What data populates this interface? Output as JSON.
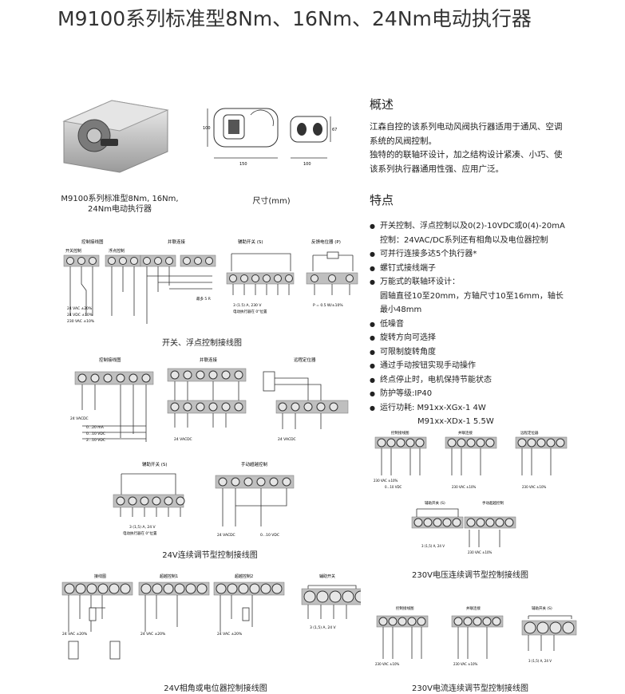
{
  "title": "M9100系列标准型8Nm、16Nm、24Nm电动执行器",
  "product_caption": [
    "M9100系列标准型8Nm, 16Nm,",
    "24Nm电动执行器"
  ],
  "dim_caption": "尺寸(mm)",
  "overview": {
    "heading": "概述",
    "paragraphs": [
      "江森自控的该系列电动风阀执行器适用于通风、空调系统的风阀控制。",
      "独特的的联轴环设计，加之结构设计紧凑、小巧、使该系列执行器通用性强、应用广泛。"
    ]
  },
  "features": {
    "heading": "特点",
    "items": [
      {
        "text": "开关控制、浮点控制以及0(2)-10VDC或0(4)-20mA",
        "kind": "bullet"
      },
      {
        "text": "控制：24VAC/DC系列还有相角以及电位器控制",
        "kind": "cont"
      },
      {
        "text": "可并行连接多达5个执行器*",
        "kind": "bullet"
      },
      {
        "text": "螺钉式接线端子",
        "kind": "bullet"
      },
      {
        "text": "万能式的联轴环设计：",
        "kind": "bullet"
      },
      {
        "text": "圆轴直径10至20mm，方轴尺寸10至16mm，轴长",
        "kind": "cont"
      },
      {
        "text": "最小48mm",
        "kind": "cont"
      },
      {
        "text": "低噪音",
        "kind": "bullet"
      },
      {
        "text": "旋转方向可选择",
        "kind": "bullet"
      },
      {
        "text": "可限制旋转角度",
        "kind": "bullet"
      },
      {
        "text": "通过手动按钮实现手动操作",
        "kind": "bullet"
      },
      {
        "text": "终点停止时，电机保持节能状态",
        "kind": "bullet"
      },
      {
        "text": "防护等级:IP40",
        "kind": "bullet"
      },
      {
        "text": "运行功耗: M91xx-XGx-1 4W",
        "kind": "bullet"
      },
      {
        "text": "M91xx-XDx-1 5.5W",
        "kind": "indent"
      }
    ]
  },
  "diagram_captions": {
    "onoff": "开关、浮点控制接线图",
    "cont24": "24V连续调节型控制接线图",
    "phase24": "24V相角或电位器控制接线图",
    "v230": "230V电压连续调节型控制接线图",
    "c230": "230V电流连续调节型控制接线图"
  },
  "diagram_labels": {
    "ctrl_wiring": "控制接线图",
    "onoff_ctrl": "开关控制",
    "float_ctrl": "浮点控制",
    "parallel": "并联连接",
    "aux_switch": "辅助开关 (S)",
    "feedback_pot": "反馈电位器 (P)",
    "remote_pos": "远程定位器",
    "manual_ctrl": "手动超越控制",
    "wiring": "接线图",
    "override1": "超越控制1",
    "override2": "超越控制2",
    "aux_sw": "辅助开关",
    "v24ac": "24 VAC ±20%",
    "v24vdc": "24 VDC ±10%",
    "v230ac": "230 VAC ±10%",
    "aux_rating": "3 (1.5) A, 230 V",
    "aux_rating24": "3 (1,5) A, 24 V",
    "aux_note": "电动执行器在 0°位置",
    "pot_note": "P = 0.5 W/±10%",
    "maxloss": "最多 5 R",
    "rng1": "0...10 VDC",
    "rng2": "0...20 mA",
    "rng3": "2...10 VDC",
    "v24acdc": "24 VACDC",
    "dim_w": "150",
    "dim_h": "100",
    "dim_d": "67",
    "dim_s": "100"
  }
}
